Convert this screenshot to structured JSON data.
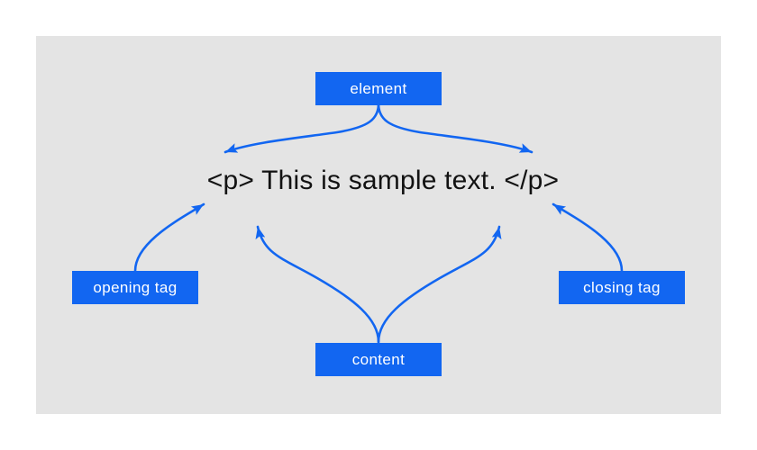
{
  "colors": {
    "accent": "#1266f1",
    "canvas_bg": "#ffffff",
    "panel_bg": "#e4e4e4",
    "label_text": "#ffffff",
    "code_text": "#121212"
  },
  "labels": {
    "element": "element",
    "opening_tag": "opening tag",
    "closing_tag": "closing tag",
    "content": "content"
  },
  "sample_code": "<p> This is sample text. </p>"
}
